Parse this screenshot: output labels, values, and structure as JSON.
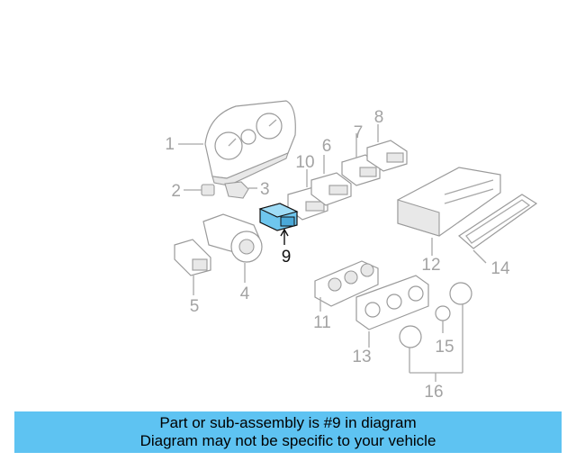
{
  "diagram": {
    "highlighted_callout": "9",
    "highlight_color": "#6ec6ee",
    "callouts": [
      "1",
      "2",
      "3",
      "4",
      "5",
      "6",
      "7",
      "8",
      "9",
      "10",
      "11",
      "12",
      "13",
      "14",
      "15",
      "16"
    ]
  },
  "banner": {
    "background": "#5ec3f2",
    "line1": "Part or sub-assembly is #9 in diagram",
    "line2": "Diagram may not be specific to your vehicle"
  }
}
